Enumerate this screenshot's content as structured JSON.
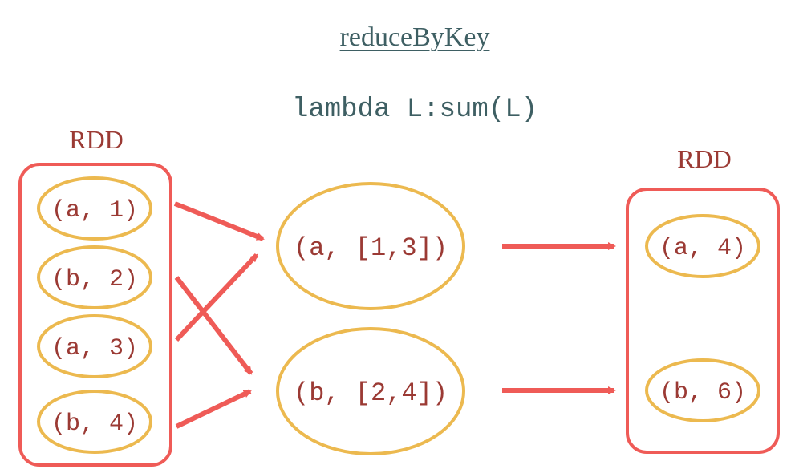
{
  "diagram": {
    "title": "reduceByKey",
    "subtitle": "lambda L:sum(L)",
    "input_rdd": {
      "label": "RDD",
      "pairs": [
        "(a, 1)",
        "(b, 2)",
        "(a, 3)",
        "(b, 4)"
      ]
    },
    "groups": [
      "(a, [1,3])",
      "(b, [2,4])"
    ],
    "output_rdd": {
      "label": "RDD",
      "pairs": [
        "(a, 4)",
        "(b, 6)"
      ]
    }
  },
  "colors": {
    "box": "#ef5b57",
    "ellipse": "#ecb94f",
    "text": "#9b3a34",
    "title": "#3e5f63"
  }
}
